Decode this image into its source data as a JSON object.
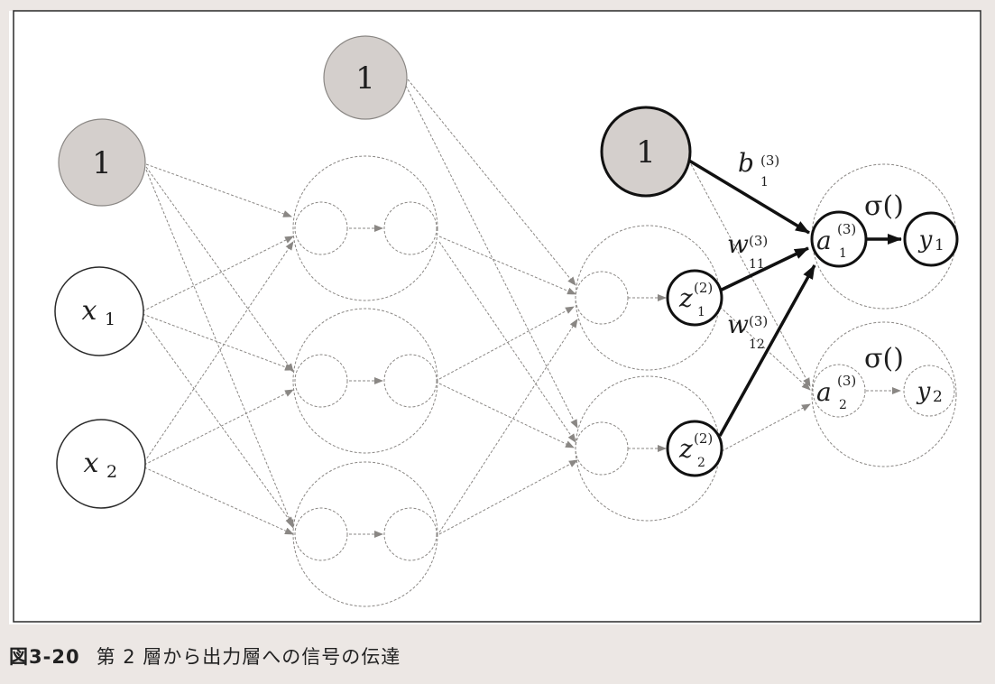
{
  "caption": {
    "figure_number": "図3-20",
    "text": "第 2 層から出力層への信号の伝達"
  },
  "bias_label": "1",
  "inputs": [
    "x",
    "x"
  ],
  "input_subs": [
    "1",
    "2"
  ],
  "hidden2": {
    "z_base": "z",
    "z_sup": "(2)",
    "z_subs": [
      "1",
      "2"
    ]
  },
  "output": {
    "a_base": "a",
    "a_sup": "(3)",
    "a_subs": [
      "1",
      "2"
    ],
    "y_base": "y",
    "y_subs": [
      "1",
      "2"
    ],
    "activation": "σ()"
  },
  "weights": {
    "b_base": "b",
    "b_sup": "(3)",
    "b_sub": "1",
    "w_base": "w",
    "w_sup": "(3)",
    "w11_sub": "11",
    "w12_sub": "12"
  },
  "colors": {
    "bias_fill": "#d4cfcc",
    "node_fill": "#ffffff",
    "frame": "#2a2a2a",
    "strong": "#111111",
    "faint": "#8a8784"
  }
}
